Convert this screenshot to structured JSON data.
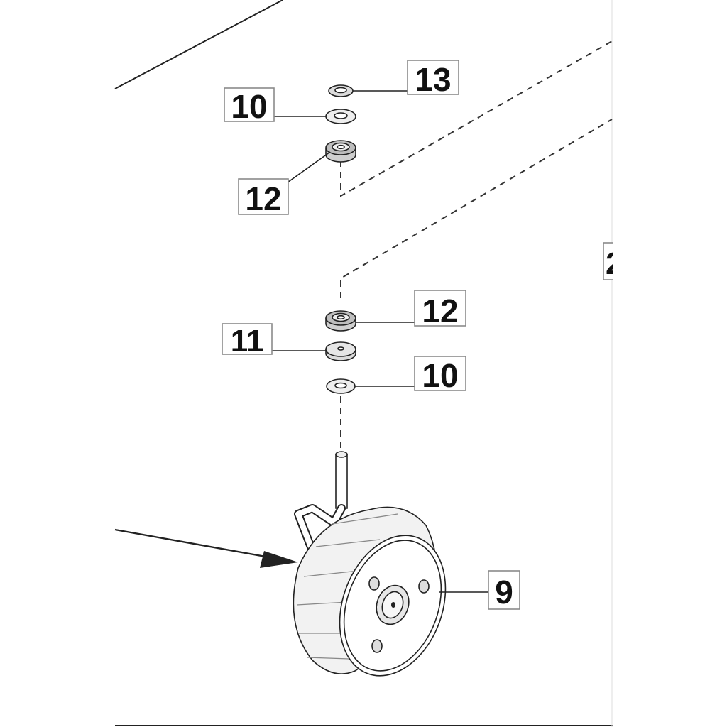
{
  "callouts": {
    "c13": "13",
    "c10_top": "10",
    "c12_top": "12",
    "c12_mid": "12",
    "c11": "11",
    "c10_mid": "10",
    "c9": "9",
    "edge_partial": "2"
  },
  "colors": {
    "ink": "#222222",
    "box_border": "#8a8a8a",
    "part_fill_light": "#eeeeee",
    "part_fill_dark": "#cfcfcf"
  }
}
